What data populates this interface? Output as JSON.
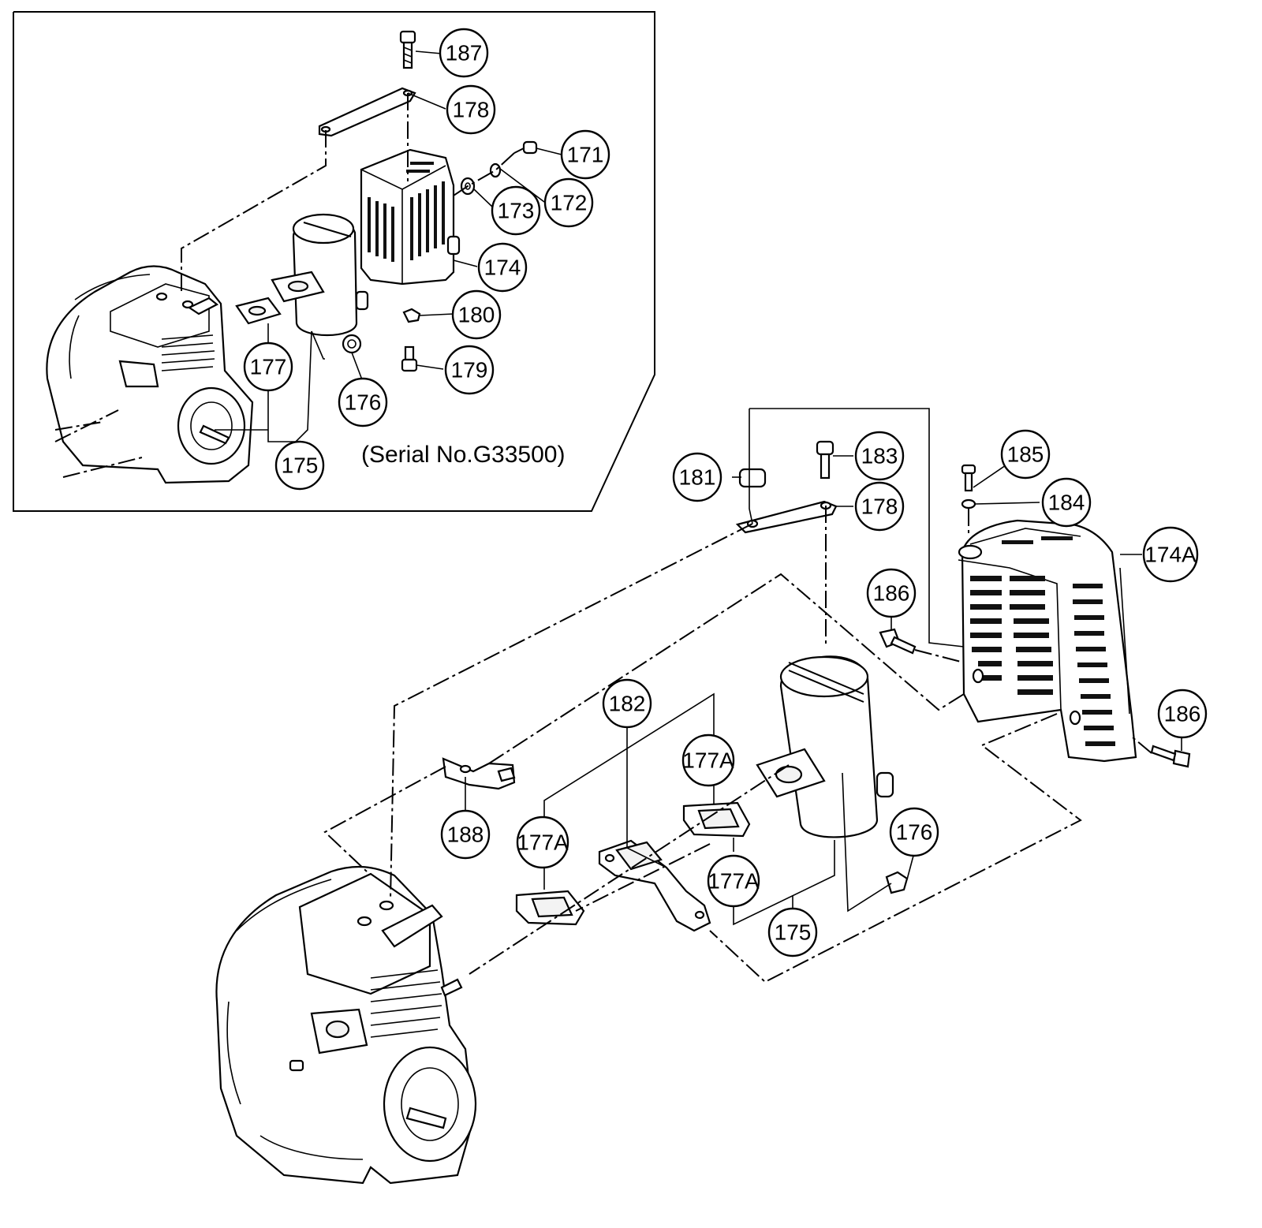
{
  "inset": {
    "serial_note": "(Serial No.G33500)"
  },
  "callouts": {
    "c187": "187",
    "c178a": "178",
    "c171": "171",
    "c172": "172",
    "c173": "173",
    "c174": "174",
    "c180": "180",
    "c179": "179",
    "c177": "177",
    "c176a": "176",
    "c175a": "175",
    "c181": "181",
    "c183": "183",
    "c185": "185",
    "c184": "184",
    "c178b": "178",
    "c174A": "174A",
    "c186a": "186",
    "c186b": "186",
    "c182": "182",
    "c177Aa": "177A",
    "c177Ab": "177A",
    "c177Ac": "177A",
    "c188": "188",
    "c176b": "176",
    "c175b": "175"
  }
}
